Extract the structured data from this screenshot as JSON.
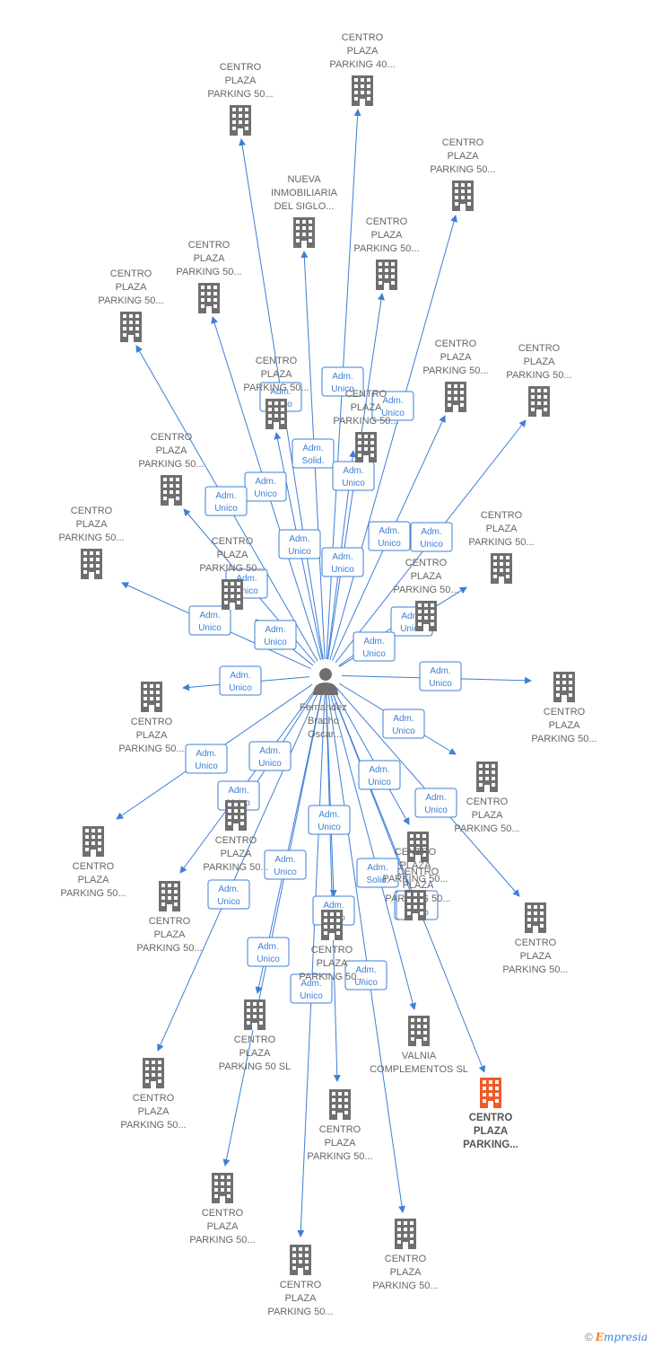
{
  "center": {
    "label": [
      "Fernandez",
      "Bracho",
      "Oscar..."
    ],
    "icon": "person-icon"
  },
  "colors": {
    "edge": "#3d7fd6",
    "node": "#6f6f6f",
    "highlight": "#f05a28",
    "text": "#666666"
  },
  "nodes": [
    {
      "id": "n1",
      "label": [
        "CENTRO",
        "PLAZA",
        "PARKING 40..."
      ],
      "icon": "building-icon",
      "highlight": false
    },
    {
      "id": "n2",
      "label": [
        "CENTRO",
        "PLAZA",
        "PARKING 50..."
      ],
      "icon": "building-icon",
      "highlight": false
    },
    {
      "id": "n3",
      "label": [
        "CENTRO",
        "PLAZA",
        "PARKING 50..."
      ],
      "icon": "building-icon",
      "highlight": false
    },
    {
      "id": "n4",
      "label": [
        "NUEVA",
        "INMOBILIARIA",
        "DEL SIGLO..."
      ],
      "icon": "building-icon",
      "highlight": false
    },
    {
      "id": "n5",
      "label": [
        "CENTRO",
        "PLAZA",
        "PARKING 50..."
      ],
      "icon": "building-icon",
      "highlight": false
    },
    {
      "id": "n6",
      "label": [
        "CENTRO",
        "PLAZA",
        "PARKING 50..."
      ],
      "icon": "building-icon",
      "highlight": false
    },
    {
      "id": "n7",
      "label": [
        "CENTRO",
        "PLAZA",
        "PARKING 50..."
      ],
      "icon": "building-icon",
      "highlight": false
    },
    {
      "id": "n8",
      "label": [
        "CENTRO",
        "PLAZA",
        "PARKING 50..."
      ],
      "icon": "building-icon",
      "highlight": false
    },
    {
      "id": "n9",
      "label": [
        "CENTRO",
        "PLAZA",
        "PARKING 50..."
      ],
      "icon": "building-icon",
      "highlight": false
    },
    {
      "id": "n10",
      "label": [
        "CENTRO",
        "PLAZA",
        "PARKING 50..."
      ],
      "icon": "building-icon",
      "highlight": false
    },
    {
      "id": "n11",
      "label": [
        "CENTRO",
        "PLAZA",
        "PARKING 50..."
      ],
      "icon": "building-icon",
      "highlight": false
    },
    {
      "id": "n12",
      "label": [
        "CENTRO",
        "PLAZA",
        "PARKING 50..."
      ],
      "icon": "building-icon",
      "highlight": false
    },
    {
      "id": "n13",
      "label": [
        "CENTRO",
        "PLAZA",
        "PARKING 50..."
      ],
      "icon": "building-icon",
      "highlight": false
    },
    {
      "id": "n14",
      "label": [
        "CENTRO",
        "PLAZA",
        "PARKING 50..."
      ],
      "icon": "building-icon",
      "highlight": false
    },
    {
      "id": "n15",
      "label": [
        "CENTRO",
        "PLAZA",
        "PARKING 50..."
      ],
      "icon": "building-icon",
      "highlight": false
    },
    {
      "id": "n16",
      "label": [
        "CENTRO",
        "PLAZA",
        "PARKING 50..."
      ],
      "icon": "building-icon",
      "highlight": false
    },
    {
      "id": "n17",
      "label": [
        "CENTRO",
        "PLAZA",
        "PARKING 50..."
      ],
      "icon": "building-icon",
      "highlight": false
    },
    {
      "id": "n18",
      "label": [
        "CENTRO",
        "PLAZA",
        "PARKING 50..."
      ],
      "icon": "building-icon",
      "highlight": false
    },
    {
      "id": "n19",
      "label": [
        "CENTRO",
        "PLAZA",
        "PARKING 50..."
      ],
      "icon": "building-icon",
      "highlight": false
    },
    {
      "id": "n20",
      "label": [
        "CENTRO",
        "PLAZA",
        "PARKING 50..."
      ],
      "icon": "building-icon",
      "highlight": false
    },
    {
      "id": "n21",
      "label": [
        "CENTRO",
        "PLAZA",
        "PARKING 50..."
      ],
      "icon": "building-icon",
      "highlight": false
    },
    {
      "id": "n22",
      "label": [
        "CENTRO",
        "PLAZA",
        "PARKING 50..."
      ],
      "icon": "building-icon",
      "highlight": false
    },
    {
      "id": "n23",
      "label": [
        "CENTRO",
        "PLAZA",
        "PARKING 50..."
      ],
      "icon": "building-icon",
      "highlight": false
    },
    {
      "id": "n24",
      "label": [
        "CENTRO",
        "PLAZA",
        "PARKING 50..."
      ],
      "icon": "building-icon",
      "highlight": false
    },
    {
      "id": "n25",
      "label": [
        "CENTRO",
        "PLAZA",
        "PARKING 50..."
      ],
      "icon": "building-icon",
      "highlight": false
    },
    {
      "id": "n26",
      "label": [
        "CENTRO",
        "PLAZA",
        "PARKING 50..."
      ],
      "icon": "building-icon",
      "highlight": false
    },
    {
      "id": "n27",
      "label": [
        "CENTRO",
        "PLAZA",
        "PARKING 50..."
      ],
      "icon": "building-icon",
      "highlight": false
    },
    {
      "id": "n28",
      "label": [
        "CENTRO",
        "PLAZA",
        "PARKING 50 SL"
      ],
      "icon": "building-icon",
      "highlight": false
    },
    {
      "id": "n29",
      "label": [
        "VALNIA",
        "COMPLEMENTOS SL"
      ],
      "icon": "building-icon",
      "highlight": false
    },
    {
      "id": "n30",
      "label": [
        "CENTRO",
        "PLAZA",
        "PARKING..."
      ],
      "icon": "building-icon",
      "highlight": true
    },
    {
      "id": "n31",
      "label": [
        "CENTRO",
        "PLAZA",
        "PARKING 50..."
      ],
      "icon": "building-icon",
      "highlight": false
    },
    {
      "id": "n32",
      "label": [
        "CENTRO",
        "PLAZA",
        "PARKING 50..."
      ],
      "icon": "building-icon",
      "highlight": false
    },
    {
      "id": "n33",
      "label": [
        "CENTRO",
        "PLAZA",
        "PARKING 50..."
      ],
      "icon": "building-icon",
      "highlight": false
    },
    {
      "id": "n34",
      "label": [
        "CENTRO",
        "PLAZA",
        "PARKING 50..."
      ],
      "icon": "building-icon",
      "highlight": false
    }
  ],
  "edges": [
    {
      "to": "n1",
      "label": [
        "Adm.",
        "Unico"
      ]
    },
    {
      "to": "n2",
      "label": [
        "Adm.",
        "Unico"
      ]
    },
    {
      "to": "n3",
      "label": [
        "Adm.",
        "Unico"
      ]
    },
    {
      "to": "n4",
      "label": [
        "Adm.",
        "Solid."
      ]
    },
    {
      "to": "n5",
      "label": [
        "Adm.",
        "Unico"
      ]
    },
    {
      "to": "n6",
      "label": [
        "Adm.",
        "Unico"
      ]
    },
    {
      "to": "n7",
      "label": [
        "Adm.",
        "Unico"
      ]
    },
    {
      "to": "n8",
      "label": [
        "Adm.",
        "Unico"
      ]
    },
    {
      "to": "n9",
      "label": [
        "Adm.",
        "Unico"
      ]
    },
    {
      "to": "n10",
      "label": [
        "Adm.",
        "Unico"
      ]
    },
    {
      "to": "n11",
      "label": [
        "Adm.",
        "Unico"
      ]
    },
    {
      "to": "n12",
      "label": [
        "Adm.",
        "Unico"
      ]
    },
    {
      "to": "n13",
      "label": [
        "Adm.",
        "Unico"
      ]
    },
    {
      "to": "n14",
      "label": [
        "Adm.",
        "Unico"
      ]
    },
    {
      "to": "n15",
      "label": [
        "Adm.",
        "Unico"
      ]
    },
    {
      "to": "n16",
      "label": [
        "Adm.",
        "Unico"
      ]
    },
    {
      "to": "n17",
      "label": [
        "Adm.",
        "Unico"
      ]
    },
    {
      "to": "n18",
      "label": [
        "Adm.",
        "Unico"
      ]
    },
    {
      "to": "n19",
      "label": [
        "Adm.",
        "Unico"
      ]
    },
    {
      "to": "n20",
      "label": [
        "Adm.",
        "Unico"
      ]
    },
    {
      "to": "n21",
      "label": [
        "Adm.",
        "Unico"
      ]
    },
    {
      "to": "n22",
      "label": [
        "Adm.",
        "Unico"
      ]
    },
    {
      "to": "n23",
      "label": [
        "Adm.",
        "Unico"
      ]
    },
    {
      "to": "n24",
      "label": [
        "Adm.",
        "Unico"
      ]
    },
    {
      "to": "n25",
      "label": [
        "Adm.",
        "Unico"
      ]
    },
    {
      "to": "n26",
      "label": [
        "Adm.",
        "Solid."
      ]
    },
    {
      "to": "n27",
      "label": [
        "Adm.",
        "Unico"
      ]
    },
    {
      "to": "n28",
      "label": [
        "Adm.",
        "Unico"
      ]
    },
    {
      "to": "n29",
      "label": [
        "Adm.",
        "Unico"
      ]
    },
    {
      "to": "n30",
      "label": [
        "Adm.",
        "Unico"
      ]
    },
    {
      "to": "n31",
      "label": [
        "Adm.",
        "Unico"
      ]
    },
    {
      "to": "n32",
      "label": [
        "Adm.",
        "Unico"
      ]
    },
    {
      "to": "n33",
      "label": [
        "Adm.",
        "Unico"
      ]
    },
    {
      "to": "n34",
      "label": [
        "Adm.",
        "Unico"
      ]
    }
  ],
  "footer": {
    "copyright": "©",
    "brand_first": "E",
    "brand_rest": "mpresia"
  }
}
